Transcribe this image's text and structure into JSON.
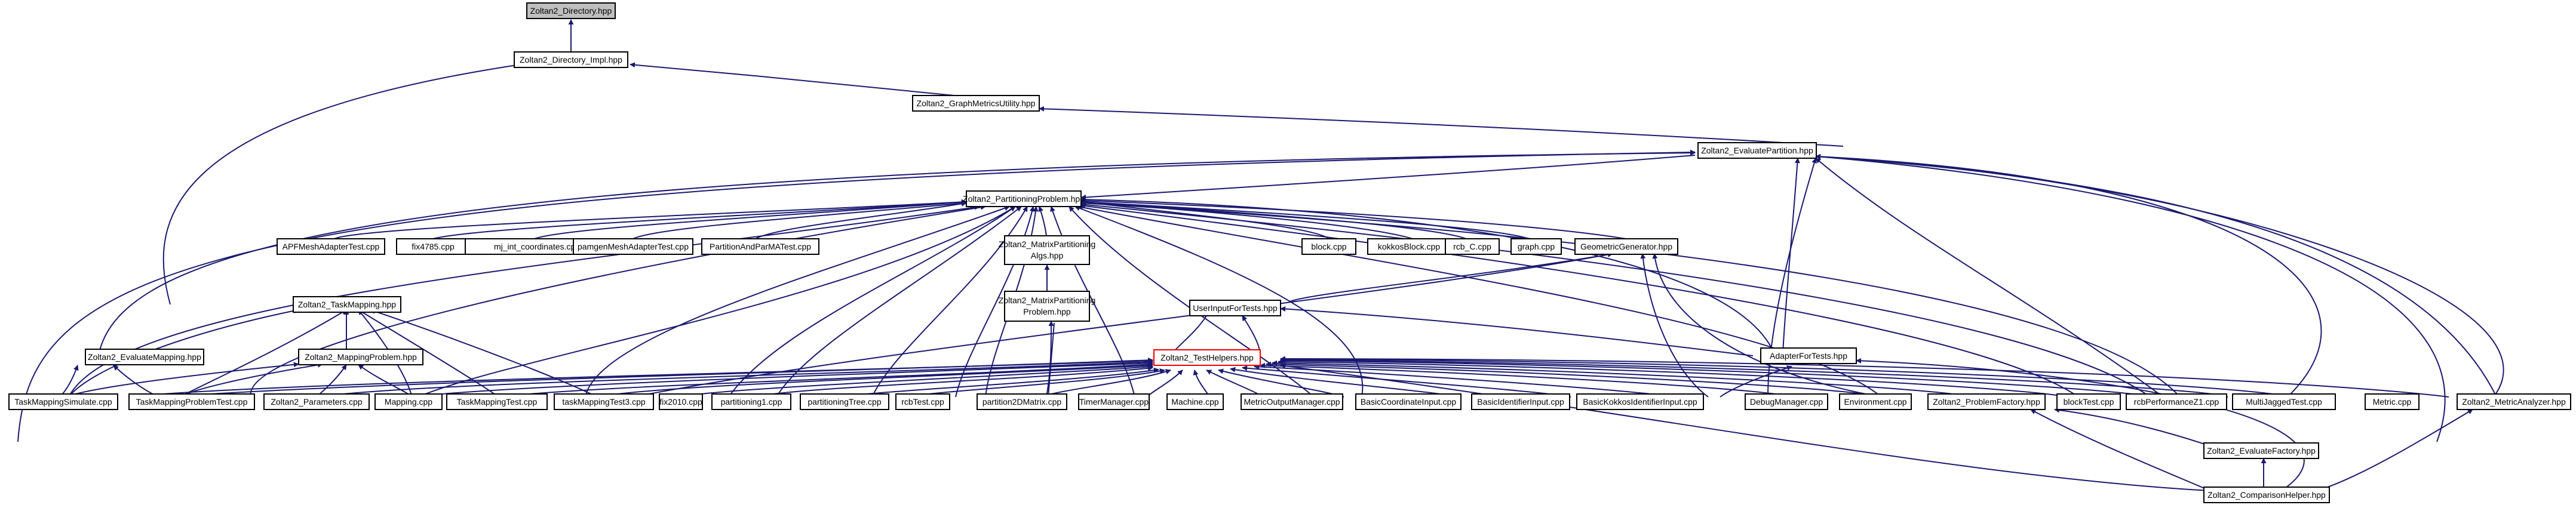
{
  "graph_title": "",
  "nodes": {
    "zoltan2_directory": "Zoltan2_Directory.hpp",
    "directory_impl": "Zoltan2_Directory_Impl.hpp",
    "graph_metrics_utility": "Zoltan2_GraphMetricsUtility.hpp",
    "evaluate_partition": "Zoltan2_EvaluatePartition.hpp",
    "partitioning_problem": "Zoltan2_PartitioningProblem.hpp",
    "apf_mesh_adapter_test": "APFMeshAdapterTest.cpp",
    "fix4785": "fix4785.cpp",
    "mj_int_coordinates": "mj_int_coordinates.cpp",
    "pamgen_mesh_adapter_test": "pamgenMeshAdapterTest.cpp",
    "partition_and_parma_test": "PartitionAndParMATest.cpp",
    "matrix_partitioning_algs_1": "Zoltan2_MatrixPartitioning",
    "matrix_partitioning_algs_2": "Algs.hpp",
    "matrix_partitioning_problem_1": "Zoltan2_MatrixPartitioning",
    "matrix_partitioning_problem_2": "Problem.hpp",
    "block": "block.cpp",
    "kokkos_block": "kokkosBlock.cpp",
    "rcb_c": "rcb_C.cpp",
    "graph": "graph.cpp",
    "geometric_generator": "GeometricGenerator.hpp",
    "task_mapping": "Zoltan2_TaskMapping.hpp",
    "evaluate_mapping": "Zoltan2_EvaluateMapping.hpp",
    "mapping_problem": "Zoltan2_MappingProblem.hpp",
    "user_input_for_tests": "UserInputForTests.hpp",
    "test_helpers": "Zoltan2_TestHelpers.hpp",
    "adapter_for_tests": "AdapterForTests.hpp",
    "task_mapping_simulate": "TaskMappingSimulate.cpp",
    "task_mapping_problem_test": "TaskMappingProblemTest.cpp",
    "zoltan2_parameters": "Zoltan2_Parameters.cpp",
    "mapping": "Mapping.cpp",
    "task_mapping_test": "TaskMappingTest.cpp",
    "task_mapping_test3": "taskMappingTest3.cpp",
    "fix2010": "fix2010.cpp",
    "partitioning1": "partitioning1.cpp",
    "partitioning_tree": "partitioningTree.cpp",
    "rcb_test": "rcbTest.cpp",
    "partition_2d_matrix": "partition2DMatrix.cpp",
    "timer_manager": "TimerManager.cpp",
    "machine": "Machine.cpp",
    "metric_output_manager": "MetricOutputManager.cpp",
    "basic_coordinate_input": "BasicCoordinateInput.cpp",
    "basic_identifier_input": "BasicIdentifierInput.cpp",
    "basic_kokkos_identifier_input": "BasicKokkosIdentifierInput.cpp",
    "debug_manager": "DebugManager.cpp",
    "environment": "Environment.cpp",
    "problem_factory": "Zoltan2_ProblemFactory.hpp",
    "block_test": "blockTest.cpp",
    "rcb_performance_z1": "rcbPerformanceZ1.cpp",
    "multi_jagged_test": "MultiJaggedTest.cpp",
    "metric": "Metric.cpp",
    "metric_analyzer": "Zoltan2_MetricAnalyzer.hpp",
    "evaluate_factory": "Zoltan2_EvaluateFactory.hpp",
    "comparison_helper": "Zoltan2_ComparisonHelper.hpp"
  },
  "colors": {
    "edge": "#191970",
    "root_fill": "#bfbfbf",
    "highlight_border": "#ff0000",
    "node_border": "#000000"
  }
}
